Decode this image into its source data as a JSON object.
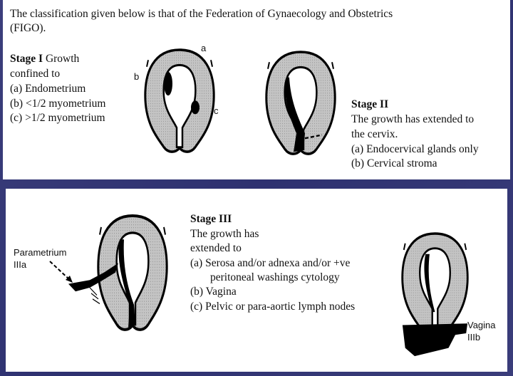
{
  "intro": "The classification given below is that of the Federation of Gynaecology and Obstetrics (FIGO).",
  "intro_line1": "The classification given below is that of the Federation of Gynaecology and Obstetrics",
  "intro_line2": "(FIGO).",
  "stage1": {
    "title": "Stage I",
    "desc_a": "Growth",
    "desc_b": "confined to",
    "items": [
      "(a)  Endometrium",
      "(b)  <1/2 myometrium",
      "(c)  >1/2 myometrium"
    ],
    "labels": [
      "a",
      "b",
      "c"
    ]
  },
  "stage2": {
    "title": "Stage II",
    "desc_a": "The growth has extended to",
    "desc_b": "the cervix.",
    "items": [
      "(a)  Endocervical glands only",
      "(b)  Cervical stroma"
    ]
  },
  "stage3": {
    "title": "Stage III",
    "desc_a": "The growth has",
    "desc_b": "extended to",
    "items": [
      "(a)  Serosa and/or adnexa and/or +ve",
      "peritoneal washings cytology",
      "(b)  Vagina",
      "(c)  Pelvic or para-aortic lymph nodes"
    ],
    "label_left_1": "Parametrium",
    "label_left_2": "IIIa",
    "label_right_1": "Vagina",
    "label_right_2": "IIIb"
  },
  "colors": {
    "background": "#2e3170",
    "panel": "#ffffff",
    "tissue": "#bdbdbd"
  }
}
